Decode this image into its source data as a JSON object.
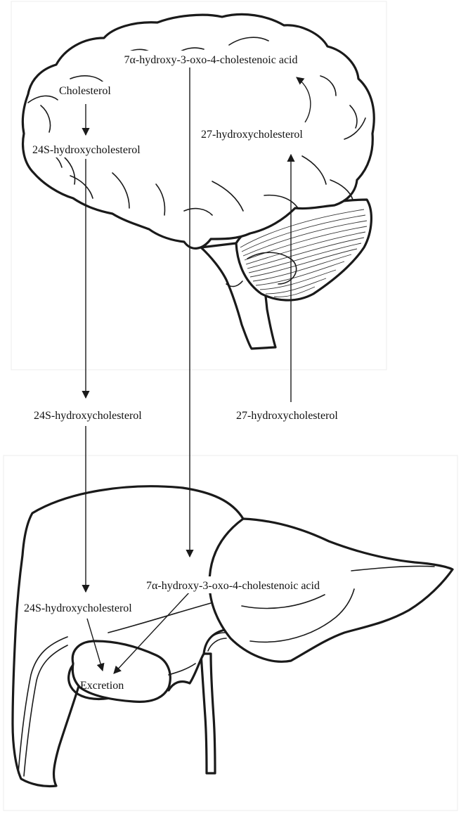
{
  "brain": {
    "top_acid": "7α-hydroxy-3-oxo-4-cholestenoic acid",
    "cholesterol": "Cholesterol",
    "hydroxy24": "24S-hydroxycholesterol",
    "hydroxy27": "27-hydroxycholesterol"
  },
  "circulation": {
    "hydroxy24": "24S-hydroxycholesterol",
    "hydroxy27": "27-hydroxycholesterol"
  },
  "liver": {
    "acid": "7α-hydroxy-3-oxo-4-cholestenoic acid",
    "hydroxy24": "24S-hydroxycholesterol",
    "excretion": "Excretion"
  },
  "colors": {
    "line": "#1a1a1a",
    "background": "#ffffff"
  }
}
